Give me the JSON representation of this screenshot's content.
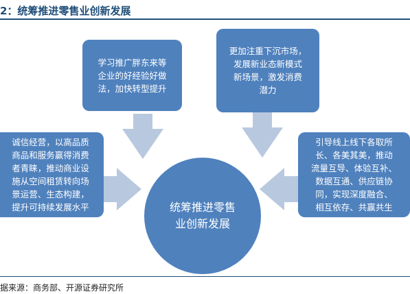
{
  "title": "2：统筹推进零售业创新发展",
  "source": "据来源：商务部、开源证券研究所",
  "center": "统筹推进零售\n业创新发展",
  "boxes": {
    "top_left": "学习推广胖东来等\n企业的好经验好做\n法，加快转型提升",
    "top_right": "更加注重下沉市场，\n发展新业态新模式\n新场景，激发消费\n潜力",
    "left": "诚信经营，以高品质\n商品和服务赢得消费\n者青睐，推动商业设\n施从空间租赁转向场\n景运营、生态构建，\n提升可持续发展水平",
    "right": "引导线上线下各取所\n长、各美其美，推动\n流量互导、体验互补、\n数据互通、供应链协\n同，实现深度融合、\n相互依存、共赢共生"
  },
  "colors": {
    "box_fill": "#4f81bd",
    "arrow_fill": "#b8c9df",
    "title": "#1f4e79"
  }
}
